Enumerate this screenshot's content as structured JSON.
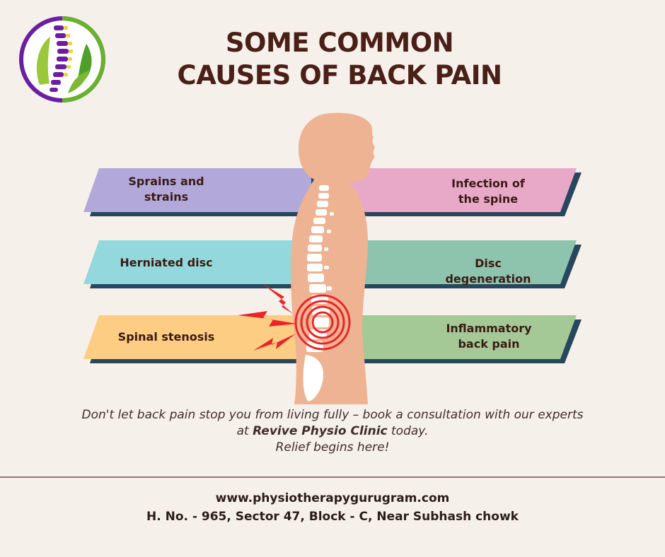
{
  "title": {
    "line1": "SOME COMMON",
    "line2": "CAUSES OF BACK PAIN"
  },
  "causes": {
    "left": [
      "Sprains and strains",
      "Herniated disc",
      "Spinal stenosis"
    ],
    "right": [
      "Infection of the spine",
      "Disc degeneration",
      "Inflammatory back pain"
    ]
  },
  "tagline": {
    "part1": "Don't let back pain stop you from living fully – book a consultation with our experts at ",
    "clinic": "Revive Physio Clinic",
    "part2": " today.",
    "part3": "Relief begins here!"
  },
  "footer": {
    "website": "www.physiotherapygurugram.com",
    "address": "H. No. - 965, Sector 47, Block - C, Near Subhash chowk"
  },
  "colors": {
    "background": "#f6f0ea",
    "title": "#4a1f17",
    "purple": "#b2a9da",
    "pink": "#e8a9c9",
    "cyan": "#93d8dc",
    "teal": "#8ec3ad",
    "orange": "#fdcd83",
    "green": "#a4c996",
    "edge": "#26475e",
    "skin": "#edb392",
    "pain": "#e8262a"
  },
  "icons": {
    "logo": "spine-hand-logo-icon",
    "pain": "lightning-pain-icon",
    "spine": "spine-icon"
  }
}
